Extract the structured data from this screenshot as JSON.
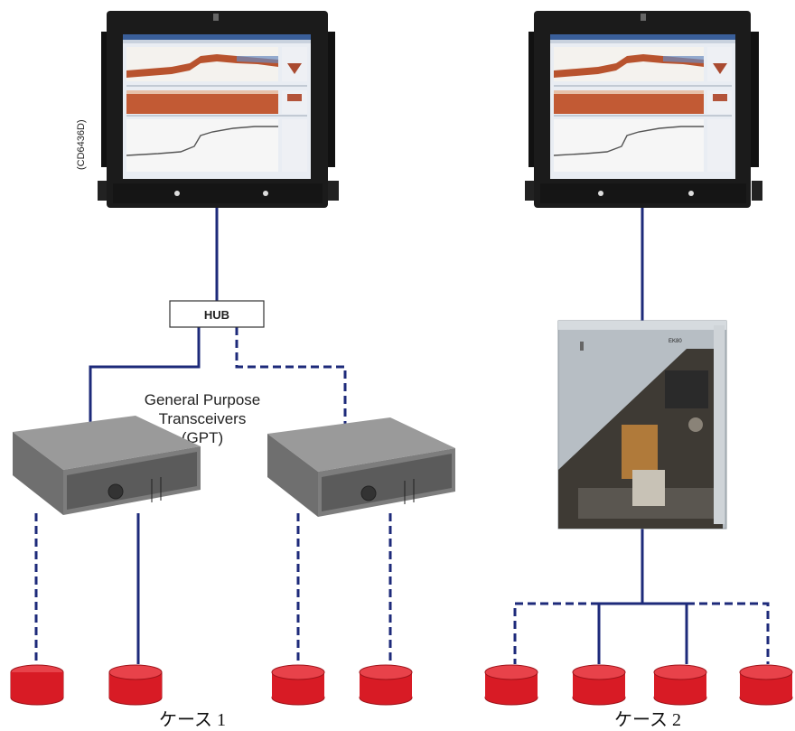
{
  "hub": {
    "label": "HUB"
  },
  "model_label": "(CD6436D)",
  "gpt_caption": [
    "General Purpose",
    "Transceivers",
    "(GPT)"
  ],
  "case_labels": [
    "ケース 1",
    "ケース 2"
  ],
  "colors": {
    "link": "#1d2a7a",
    "transducer": "#d81b25",
    "transducer_top": "#e8424a",
    "monitor_frame": "#1b1b1b",
    "gpt_body": "#8a8a8a",
    "cabinet": "#aeb5bb"
  }
}
